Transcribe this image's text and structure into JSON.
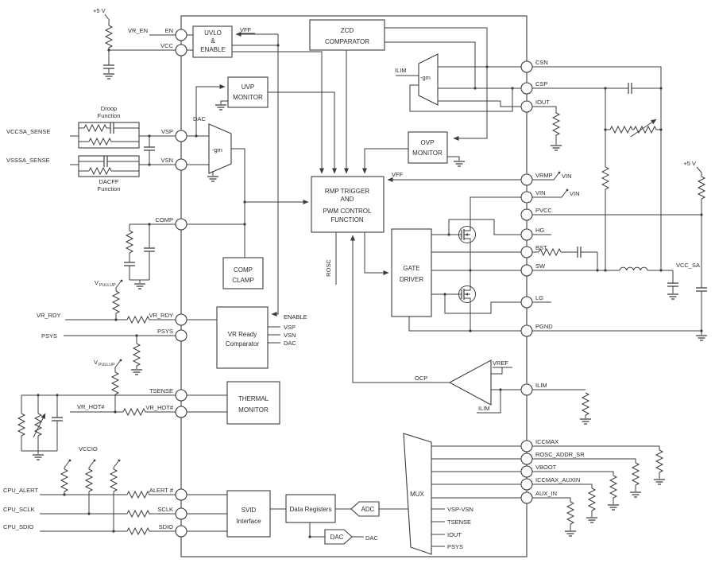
{
  "pins": {
    "left": [
      "EN",
      "VCC",
      "VSP",
      "VSN",
      "COMP",
      "VR_RDY",
      "PSYS",
      "TSENSE",
      "VR_HOT#",
      "ALERT #",
      "SCLK",
      "SDIO"
    ],
    "right": [
      "CSN",
      "CSP",
      "IOUT",
      "VRMP",
      "VIN",
      "PVCC",
      "HG",
      "BST",
      "SW",
      "LG",
      "PGND",
      "ILIM",
      "ICCMAX",
      "ROSC_ADDR_SR",
      "VBOOT",
      "ICCMAX_AUXIN",
      "AUX_IN"
    ]
  },
  "blocks": {
    "uvlo": [
      "UVLO",
      "&",
      "ENABLE"
    ],
    "zcd": [
      "ZCD",
      "COMPARATOR"
    ],
    "uvp": [
      "UVP",
      "MONITOR"
    ],
    "ovp": [
      "OVP",
      "MONITOR"
    ],
    "rmp": [
      "RMP TRIGGER",
      "AND",
      "PWM  CONTROL",
      "FUNCTION"
    ],
    "comp_clamp": [
      "COMP",
      "CLAMP"
    ],
    "vr_ready": [
      "VR Ready",
      "Comparator"
    ],
    "thermal": [
      "THERMAL",
      "MONITOR"
    ],
    "gate_driver": [
      "GATE",
      "DRIVER"
    ],
    "svid": [
      "SVID",
      "Interface"
    ],
    "data_registers": "Data Registers",
    "adc": "ADC",
    "dac": "DAC",
    "mux": "MUX"
  },
  "labels": {
    "plus5v": "+5 V",
    "vr_en": "VR_EN",
    "vccsa_sense": "VCCSA_SENSE",
    "vsssa_sense": "VSSSA_SENSE",
    "droop": [
      "Droop",
      "Function"
    ],
    "dacff": [
      "DACFF",
      "Function"
    ],
    "dac": "DAC",
    "gm": "-gm",
    "vff": "VFF",
    "ilim": "ILIM",
    "enable": "ENABLE",
    "vsp": "VSP",
    "vsn": "VSN",
    "vref": "VREF",
    "ocp": "OCP",
    "rosc": "ROSC",
    "vin": "VIN",
    "vcc_sa": "VCC_SA",
    "v": "V",
    "pullup": "PULLUP",
    "vr_rdy": "VR_RDY",
    "psys": "PSYS",
    "vr_hot": "VR_HOT#",
    "vccio": "VCCIO",
    "cpu_alert": "CPU_ALERT",
    "cpu_sclk": "CPU_SCLK",
    "cpu_sdio": "CPU_SDIO",
    "mux_inputs": [
      "VSP-VSN",
      "TSENSE",
      "IOUT",
      "PSYS"
    ]
  }
}
